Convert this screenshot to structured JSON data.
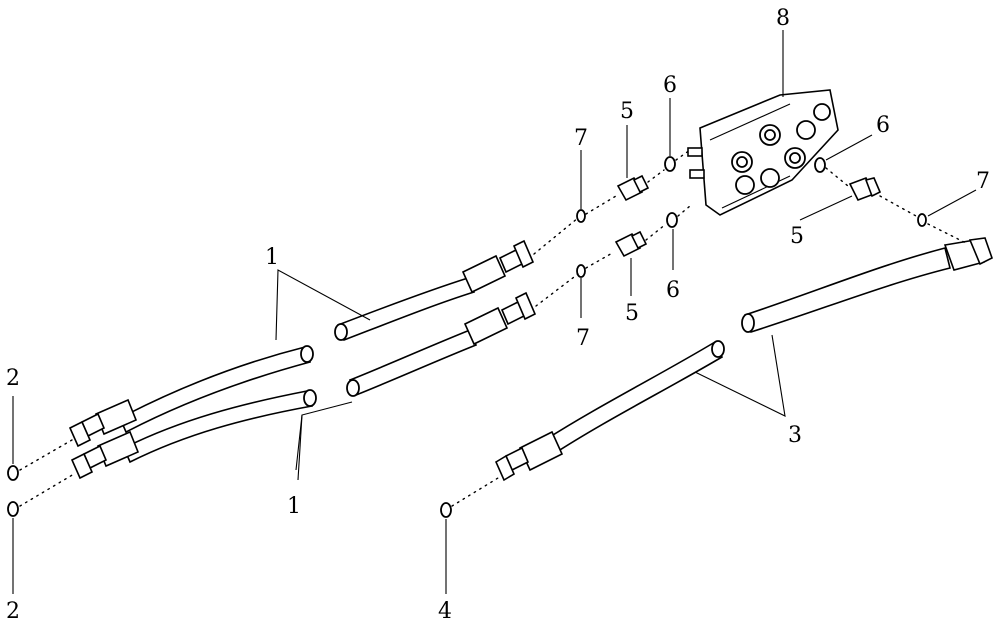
{
  "callouts": {
    "hose_upper_left": "1",
    "hose_lower_left": "1",
    "oring_left_top": "2",
    "oring_left_bottom": "2",
    "hose_right": "3",
    "oring_right_bottom": "4",
    "fitting_upper": "5",
    "fitting_lower": "5",
    "fitting_right": "5",
    "oring_valve_upper": "6",
    "oring_valve_lower": "6",
    "oring_valve_right": "6",
    "oring_small_upper": "7",
    "oring_small_lower": "7",
    "oring_small_right": "7",
    "valve": "8"
  }
}
